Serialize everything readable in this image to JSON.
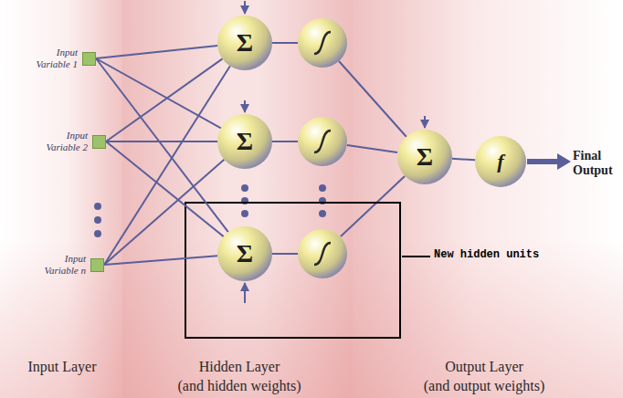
{
  "diagram": {
    "nodes": [
      {
        "text": [
          "Input Variable 1"
        ]
      },
      {
        "text": [
          "Input Variable 2"
        ]
      },
      {
        "text": [
          "Input Variable n"
        ]
      },
      {
        "text": [
          "Σ"
        ]
      },
      {
        "text": [
          "Σ"
        ]
      },
      {
        "text": [
          "Σ"
        ]
      },
      {
        "text": [
          "Σ"
        ]
      },
      {
        "text": [
          "f"
        ]
      }
    ],
    "edges": [
      {
        "from": 0,
        "to": 3,
        "arrow": "none"
      },
      {
        "from": 0,
        "to": 4,
        "arrow": "none"
      },
      {
        "from": 0,
        "to": 5,
        "arrow": "none"
      },
      {
        "from": 1,
        "to": 3,
        "arrow": "none"
      },
      {
        "from": 1,
        "to": 4,
        "arrow": "none"
      },
      {
        "from": 1,
        "to": 5,
        "arrow": "none"
      },
      {
        "from": 2,
        "to": 3,
        "arrow": "none"
      },
      {
        "from": 2,
        "to": 4,
        "arrow": "none"
      },
      {
        "from": 2,
        "to": 5,
        "arrow": "none"
      },
      {
        "from": 6,
        "to": 7,
        "arrow": "none"
      }
    ],
    "labels": [
      "Final Output",
      "New hidden units",
      "Input Layer",
      "Hidden Layer",
      "(and hidden weights)",
      "Output Layer",
      "(and output weights)"
    ]
  }
}
